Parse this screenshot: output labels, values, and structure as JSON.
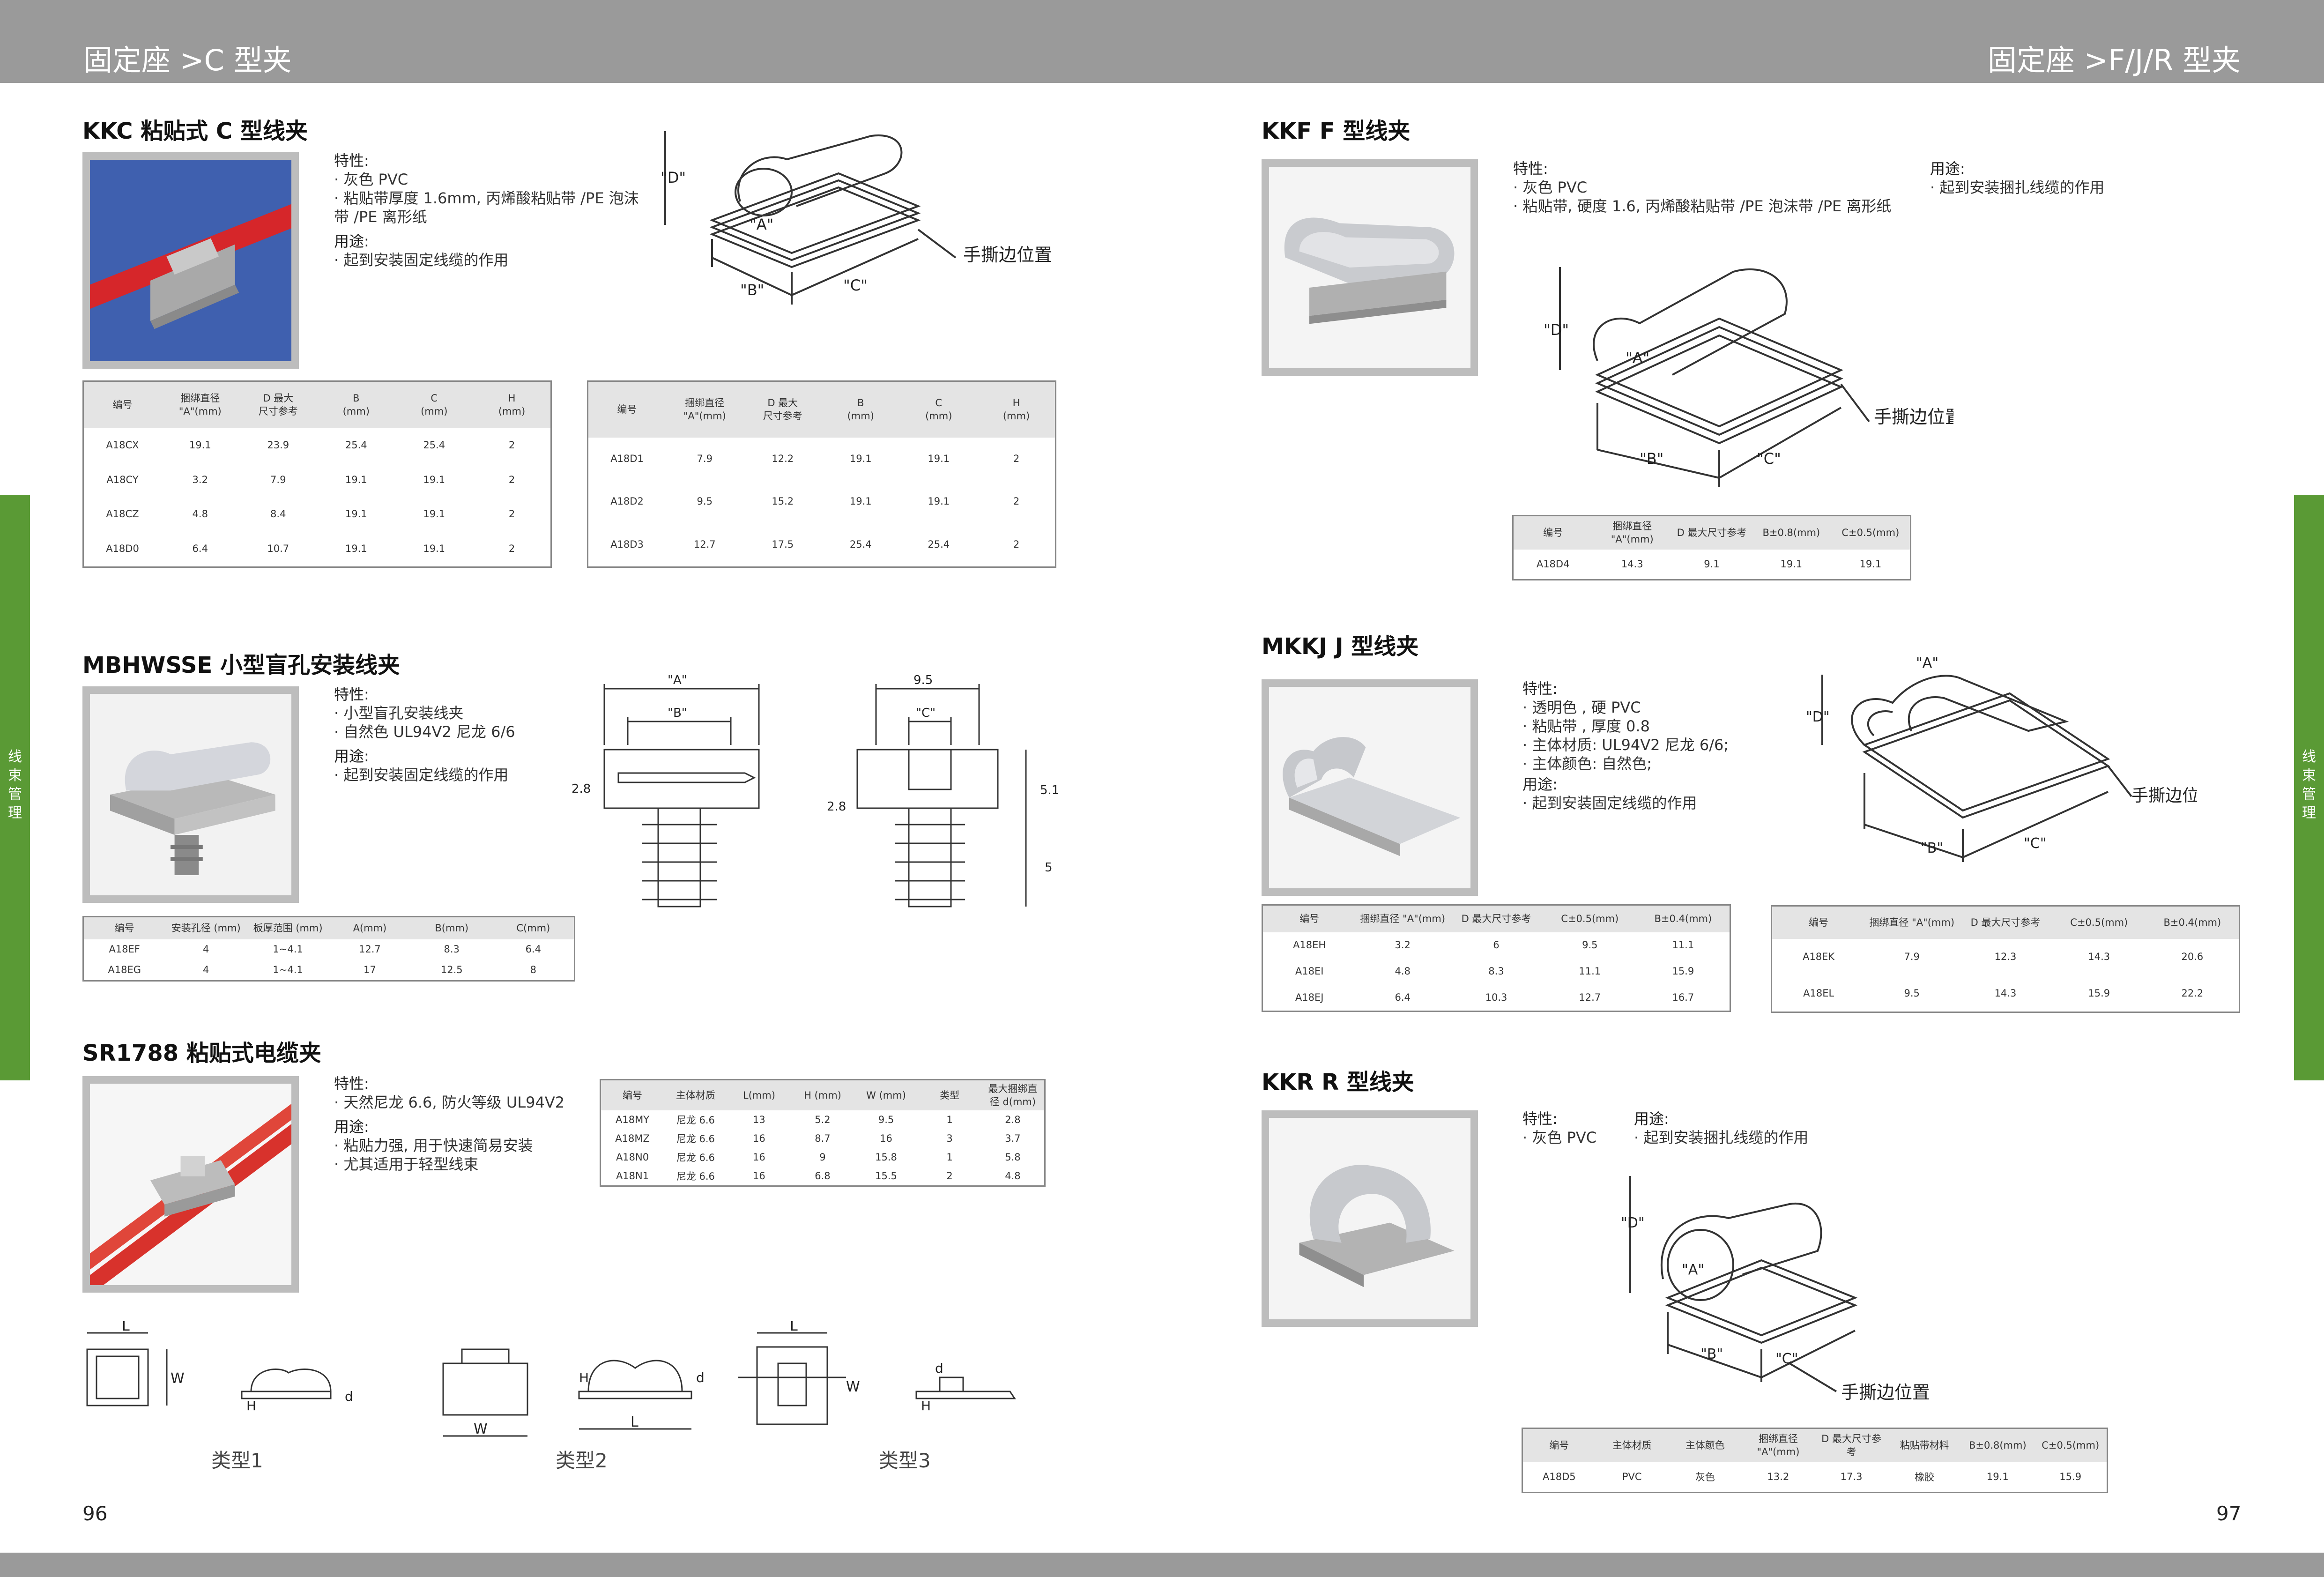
{
  "header": {
    "left": "固定座 >C 型夹",
    "right": "固定座 >F/J/R 型夹"
  },
  "side_tab": [
    "线",
    "束",
    "管",
    "理"
  ],
  "page_left": "96",
  "page_right": "97",
  "colors": {
    "bar": "#9a9a9a",
    "tab": "#5a9a35",
    "table_header": "#e4e4e4"
  },
  "diagram_text": {
    "tear_edge": "手撕边位置",
    "A": "\"A\"",
    "B": "\"B\"",
    "C": "\"C\"",
    "D": "\"D\"",
    "dim_95": "9.5",
    "dim_28": "2.8",
    "dim_51": "5.1",
    "dim_5": "5",
    "L": "L",
    "W": "W",
    "H": "H",
    "d": "d"
  },
  "kkc": {
    "title": "KKC 粘贴式 C 型线夹",
    "features_title": "特性:",
    "features": [
      "· 灰色 PVC",
      "· 粘贴带厚度 1.6mm, 丙烯酸粘贴带 /PE 泡沫",
      "带 /PE 离形纸"
    ],
    "use_title": "用途:",
    "use": [
      "· 起到安装固定线缆的作用"
    ],
    "headers": [
      [
        "编号"
      ],
      [
        "捆绑直径",
        "\"A\"(mm)"
      ],
      [
        "D 最大",
        "尺寸参考"
      ],
      [
        "B",
        "(mm)"
      ],
      [
        "C",
        "(mm)"
      ],
      [
        "H",
        "(mm)"
      ]
    ],
    "rows1": [
      [
        "A18CX",
        "19.1",
        "23.9",
        "25.4",
        "25.4",
        "2"
      ],
      [
        "A18CY",
        "3.2",
        "7.9",
        "19.1",
        "19.1",
        "2"
      ],
      [
        "A18CZ",
        "4.8",
        "8.4",
        "19.1",
        "19.1",
        "2"
      ],
      [
        "A18D0",
        "6.4",
        "10.7",
        "19.1",
        "19.1",
        "2"
      ]
    ],
    "rows2": [
      [
        "A18D1",
        "7.9",
        "12.2",
        "19.1",
        "19.1",
        "2"
      ],
      [
        "A18D2",
        "9.5",
        "15.2",
        "19.1",
        "19.1",
        "2"
      ],
      [
        "A18D3",
        "12.7",
        "17.5",
        "25.4",
        "25.4",
        "2"
      ]
    ]
  },
  "mbh": {
    "title": "MBHWSSE 小型盲孔安装线夹",
    "features_title": "特性:",
    "features": [
      "· 小型盲孔安装线夹",
      "· 自然色 UL94V2 尼龙 6/6"
    ],
    "use_title": "用途:",
    "use": [
      "· 起到安装固定线缆的作用"
    ],
    "headers": [
      "编号",
      "安装孔径 (mm)",
      "板厚范围 (mm)",
      "A(mm)",
      "B(mm)",
      "C(mm)"
    ],
    "rows": [
      [
        "A18EF",
        "4",
        "1~4.1",
        "12.7",
        "8.3",
        "6.4"
      ],
      [
        "A18EG",
        "4",
        "1~4.1",
        "17",
        "12.5",
        "8"
      ]
    ]
  },
  "sr": {
    "title": "SR1788 粘贴式电缆夹",
    "features_title": "特性:",
    "features": [
      "· 天然尼龙 6.6, 防火等级 UL94V2"
    ],
    "use_title": "用途:",
    "use": [
      "· 粘贴力强, 用于快速简易安装",
      "· 尤其适用于轻型线束"
    ],
    "headers": [
      "编号",
      "主体材质",
      "L(mm)",
      "H (mm)",
      "W (mm)",
      "类型",
      "最大捆绑直径 d(mm)"
    ],
    "rows": [
      [
        "A18MY",
        "尼龙 6.6",
        "13",
        "5.2",
        "9.5",
        "1",
        "2.8"
      ],
      [
        "A18MZ",
        "尼龙 6.6",
        "16",
        "8.7",
        "16",
        "3",
        "3.7"
      ],
      [
        "A18N0",
        "尼龙 6.6",
        "16",
        "9",
        "15.8",
        "1",
        "5.8"
      ],
      [
        "A18N1",
        "尼龙 6.6",
        "16",
        "6.8",
        "15.5",
        "2",
        "4.8"
      ]
    ],
    "types": [
      "类型1",
      "类型2",
      "类型3"
    ]
  },
  "kkf": {
    "title": "KKF F 型线夹",
    "features_title": "特性:",
    "features": [
      "· 灰色 PVC",
      "· 粘贴带, 硬度 1.6, 丙烯酸粘贴带 /PE 泡沫带 /PE 离形纸"
    ],
    "use_title": "用途:",
    "use": [
      "· 起到安装捆扎线缆的作用"
    ],
    "headers": [
      [
        "编号"
      ],
      [
        "捆绑直径",
        "\"A\"(mm)"
      ],
      [
        "D 最大尺寸参考"
      ],
      [
        "B±0.8(mm)"
      ],
      [
        "C±0.5(mm)"
      ]
    ],
    "rows": [
      [
        "A18D4",
        "14.3",
        "9.1",
        "19.1",
        "19.1"
      ]
    ]
  },
  "mkkj": {
    "title": "MKKJ J 型线夹",
    "features_title": "特性:",
    "features": [
      "· 透明色 , 硬 PVC",
      "· 粘贴带 , 厚度 0.8",
      "· 主体材质: UL94V2 尼龙 6/6;",
      "· 主体颜色: 自然色;"
    ],
    "use_title": "用途:",
    "use": [
      "· 起到安装固定线缆的作用"
    ],
    "headers": [
      "编号",
      "捆绑直径 \"A\"(mm)",
      "D 最大尺寸参考",
      "C±0.5(mm)",
      "B±0.4(mm)"
    ],
    "rows1": [
      [
        "A18EH",
        "3.2",
        "6",
        "9.5",
        "11.1"
      ],
      [
        "A18EI",
        "4.8",
        "8.3",
        "11.1",
        "15.9"
      ],
      [
        "A18EJ",
        "6.4",
        "10.3",
        "12.7",
        "16.7"
      ]
    ],
    "headers2": [
      "编号",
      "捆绑直径 \"A\"(mm)",
      "D 最大尺寸参考",
      "C±0.5(mm)",
      "B±0.4(mm)"
    ],
    "rows2": [
      [
        "A18EK",
        "7.9",
        "12.3",
        "14.3",
        "20.6"
      ],
      [
        "A18EL",
        "9.5",
        "14.3",
        "15.9",
        "22.2"
      ]
    ]
  },
  "kkr": {
    "title": "KKR R 型线夹",
    "features_title": "特性:",
    "features": [
      "· 灰色 PVC"
    ],
    "use_title": "用途:",
    "use": [
      "· 起到安装捆扎线缆的作用"
    ],
    "headers": [
      [
        "编号"
      ],
      [
        "主体材质"
      ],
      [
        "主体颜色"
      ],
      [
        "捆绑直径",
        "\"A\"(mm)"
      ],
      [
        "D 最大尺寸参",
        "考"
      ],
      [
        "粘贴带材料"
      ],
      [
        "B±0.8(mm)"
      ],
      [
        "C±0.5(mm)"
      ]
    ],
    "rows": [
      [
        "A18D5",
        "PVC",
        "灰色",
        "13.2",
        "17.3",
        "橡胶",
        "19.1",
        "15.9"
      ]
    ]
  }
}
